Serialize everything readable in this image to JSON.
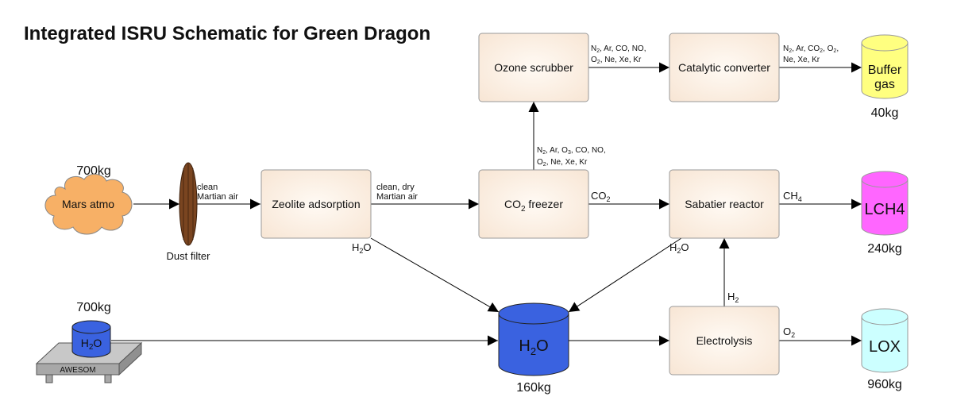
{
  "title": "Integrated ISRU Schematic for Green Dragon",
  "nodes": {
    "mars_atmo": {
      "label": "Mars atmo",
      "mass": "700kg"
    },
    "dust_filter": {
      "label": "Dust filter"
    },
    "zeolite": {
      "label": "Zeolite adsorption"
    },
    "co2_freezer": {
      "label": "CO",
      "sub": "2",
      "tail": " freezer"
    },
    "ozone": {
      "label": "Ozone scrubber"
    },
    "catalytic": {
      "label": "Catalytic converter"
    },
    "sabatier": {
      "label": "Sabatier reactor"
    },
    "electrolysis": {
      "label": "Electrolysis"
    },
    "buffer": {
      "line1": "Buffer",
      "line2": "gas",
      "mass": "40kg"
    },
    "lch4": {
      "label": "LCH4",
      "mass": "240kg"
    },
    "lox": {
      "label": "LOX",
      "mass": "960kg"
    },
    "h2o_tank": {
      "label": "H",
      "sub": "2",
      "tail": "O",
      "mass": "160kg"
    },
    "awesom": {
      "label": "AWESOM",
      "mass": "700kg",
      "tank_label": "H",
      "tank_sub": "2",
      "tank_tail": "O"
    }
  },
  "flows": {
    "clean_martian_air": [
      "clean",
      "Martian air"
    ],
    "clean_dry_air": [
      "clean, dry",
      "Martian air"
    ],
    "co2": {
      "label": "CO",
      "sub": "2"
    },
    "ch4": {
      "label": "CH",
      "sub": "4"
    },
    "o2": {
      "label": "O",
      "sub": "2"
    },
    "h2": {
      "label": "H",
      "sub": "2"
    },
    "h2o_zeolite": {
      "label": "H",
      "sub": "2",
      "tail": "O"
    },
    "h2o_sabatier": {
      "label": "H",
      "sub": "2",
      "tail": "O"
    },
    "freezer_gases": {
      "l1_a": "N",
      "l1_a_sub": "2",
      "l1_b": ", Ar, O",
      "l1_b_sub": "3",
      "l1_c": ", CO, NO,",
      "l2_a": "O",
      "l2_a_sub": "2",
      "l2_b": ", Ne, Xe, Kr"
    },
    "scrubber_gases": {
      "l1_a": "N",
      "l1_a_sub": "2",
      "l1_b": ", Ar, CO, NO,",
      "l2_a": "O",
      "l2_a_sub": "2",
      "l2_b": ", Ne, Xe, Kr"
    },
    "converter_gases": {
      "l1_a": "N",
      "l1_a_sub": "2",
      "l1_b": ", Ar, CO",
      "l1_b_sub": "2",
      "l1_c": ", O",
      "l1_c_sub": "2",
      "l1_d": ",",
      "l2_a": "Ne, Xe, Kr"
    }
  },
  "colors": {
    "box_fill": "#fcefe3",
    "mars_cloud": "#f7b066",
    "buffer_tank": "#ffff80",
    "lch4_tank": "#ff66ff",
    "lox_tank": "#ccffff",
    "h2o_tank": "#3a62e0",
    "dust_filter": "#7a4520",
    "awesom": "#b0b0b0"
  }
}
